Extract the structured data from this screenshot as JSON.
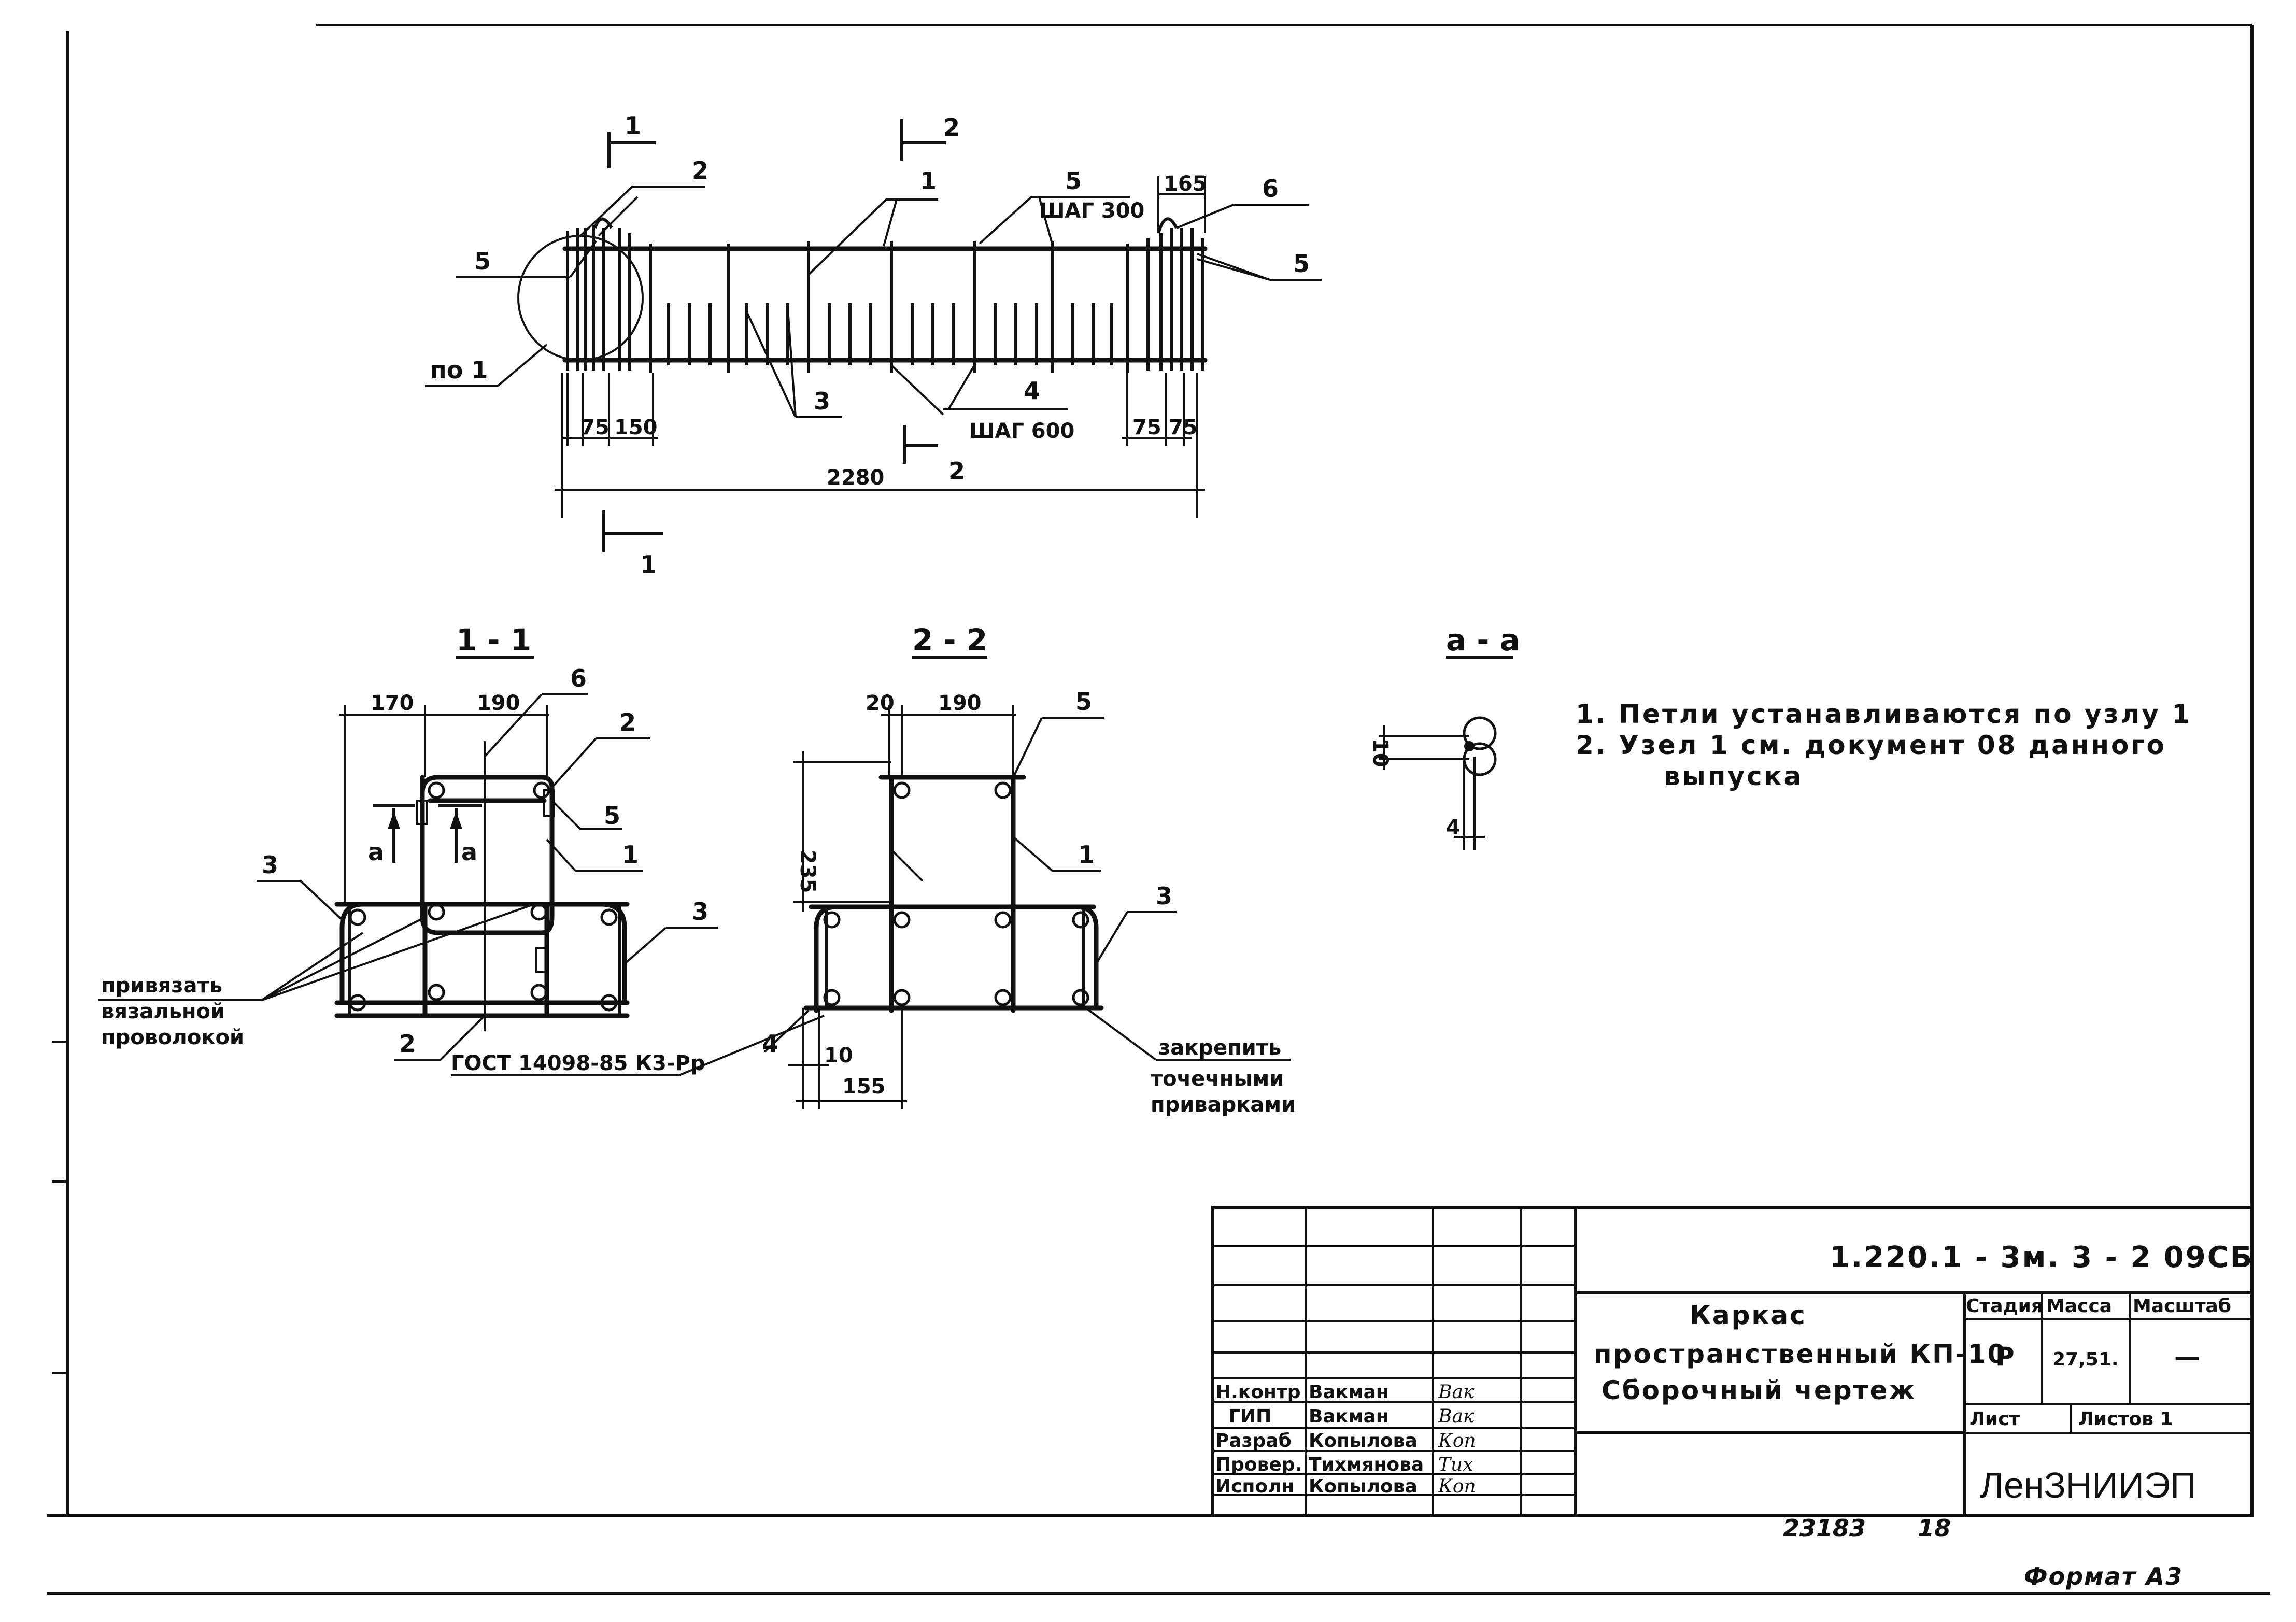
{
  "plan": {
    "section_markers": {
      "cut1": "1",
      "cut2": "2"
    },
    "callouts": {
      "top_2": "2",
      "top_1": "1",
      "top_5": "5",
      "step_300": "ШАГ 300",
      "dim_165": "165",
      "top_6": "6",
      "left_5": "5",
      "right_5": "5",
      "po1": "по 1",
      "bar_3": "3",
      "bar_4": "4",
      "step_600": "ШАГ 600"
    },
    "dims": {
      "d75": "75",
      "d150": "150",
      "d2280": "2280",
      "d75r": "75",
      "d75r2": "75"
    }
  },
  "section_1_1": {
    "title": "1 - 1",
    "dims": {
      "d170": "170",
      "d190": "190"
    },
    "labels": {
      "l6": "6",
      "l2": "2",
      "l5": "5",
      "l1": "1",
      "l3a": "3",
      "l3b": "3",
      "l2b": "2",
      "la": "a",
      "lb": "a"
    },
    "note_tie": [
      "привязать",
      "вязальной",
      "проволокой"
    ],
    "gost": "ГОСТ 14098-85 К3-Рр"
  },
  "section_2_2": {
    "title": "2 - 2",
    "dims": {
      "d20": "20",
      "d190": "190",
      "d235": "235",
      "d10": "10",
      "d155": "155"
    },
    "labels": {
      "l5": "5",
      "l1": "1",
      "l3": "3",
      "l4": "4"
    },
    "note_weld": [
      "закрепить",
      "точечными",
      "приварками"
    ]
  },
  "section_a_a": {
    "title": "a - a",
    "dims": {
      "d10": "10",
      "d4": "4"
    }
  },
  "notes": [
    "1. Петли устанавливаются по узлу 1",
    "2. Узел 1 см. документ 08 данного",
    "выпуска"
  ],
  "title_block": {
    "code": "1.220.1 - 3м.  3 - 2   09СБ",
    "title_lines": [
      "Каркас",
      "пространственный КП-10",
      "Сборочный чертеж"
    ],
    "headers": {
      "stage": "Стадия",
      "mass": "Масса",
      "scale": "Масштаб"
    },
    "values": {
      "stage": "Р",
      "mass": "27,51.",
      "scale": "—"
    },
    "sheet": "Лист",
    "sheets": "Листов 1",
    "org": "ЛенЗНИИЭП",
    "staff": [
      {
        "role": "Н.контр",
        "name": "Вакман",
        "sign": "Вак"
      },
      {
        "role": "ГИП",
        "name": "Вакман",
        "sign": "Вак"
      },
      {
        "role": "Разраб",
        "name": "Копылова",
        "sign": "Коп"
      },
      {
        "role": "Провер.",
        "name": "Тихмянова",
        "sign": "Тих"
      },
      {
        "role": "Исполн",
        "name": "Копылова",
        "sign": "Коп"
      }
    ]
  },
  "footer": {
    "sheet_no": "23183",
    "page": "18",
    "format": "Формат А3"
  }
}
